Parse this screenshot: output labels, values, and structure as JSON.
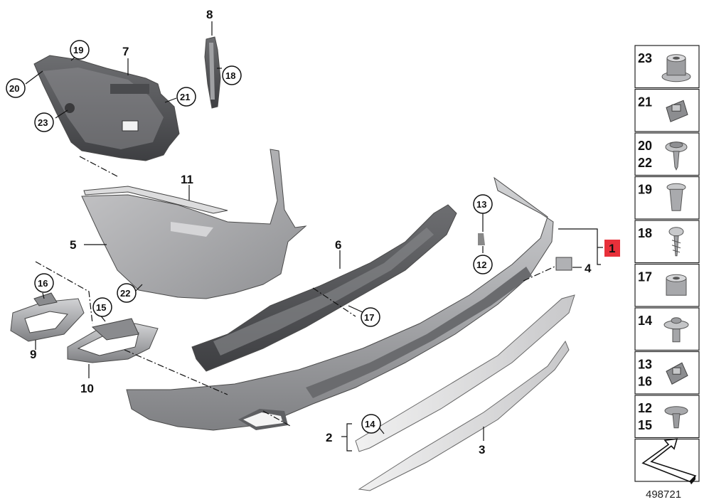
{
  "callouts": {
    "n1": "1",
    "n2": "2",
    "n3": "3",
    "n4": "4",
    "n5": "5",
    "n6": "6",
    "n7": "7",
    "n8": "8",
    "n9": "9",
    "n10": "10",
    "n11": "11",
    "c12": "12",
    "c13": "13",
    "c14": "14",
    "c15": "15",
    "c16": "16",
    "c17": "17",
    "c18": "18",
    "c19": "19",
    "c20": "20",
    "c21": "21",
    "c22": "22",
    "c23": "23"
  },
  "sidebar": {
    "rows": [
      {
        "nums": [
          "23"
        ],
        "icon": "flange-nut-icon"
      },
      {
        "nums": [
          "21"
        ],
        "icon": "clip-nut-icon"
      },
      {
        "nums": [
          "20",
          "22"
        ],
        "icon": "washer-screw-icon"
      },
      {
        "nums": [
          "19"
        ],
        "icon": "expanding-rivet-icon"
      },
      {
        "nums": [
          "18"
        ],
        "icon": "self-tapping-screw-icon"
      },
      {
        "nums": [
          "17"
        ],
        "icon": "hex-nut-icon"
      },
      {
        "nums": [
          "14"
        ],
        "icon": "push-rivet-icon"
      },
      {
        "nums": [
          "13",
          "16"
        ],
        "icon": "spring-clip-icon"
      },
      {
        "nums": [
          "12",
          "15"
        ],
        "icon": "plastic-rivet-icon"
      },
      {
        "nums": [],
        "icon": "direction-arrow-icon"
      }
    ]
  },
  "reference_number": "498721",
  "highlight_color": "#e8303a"
}
